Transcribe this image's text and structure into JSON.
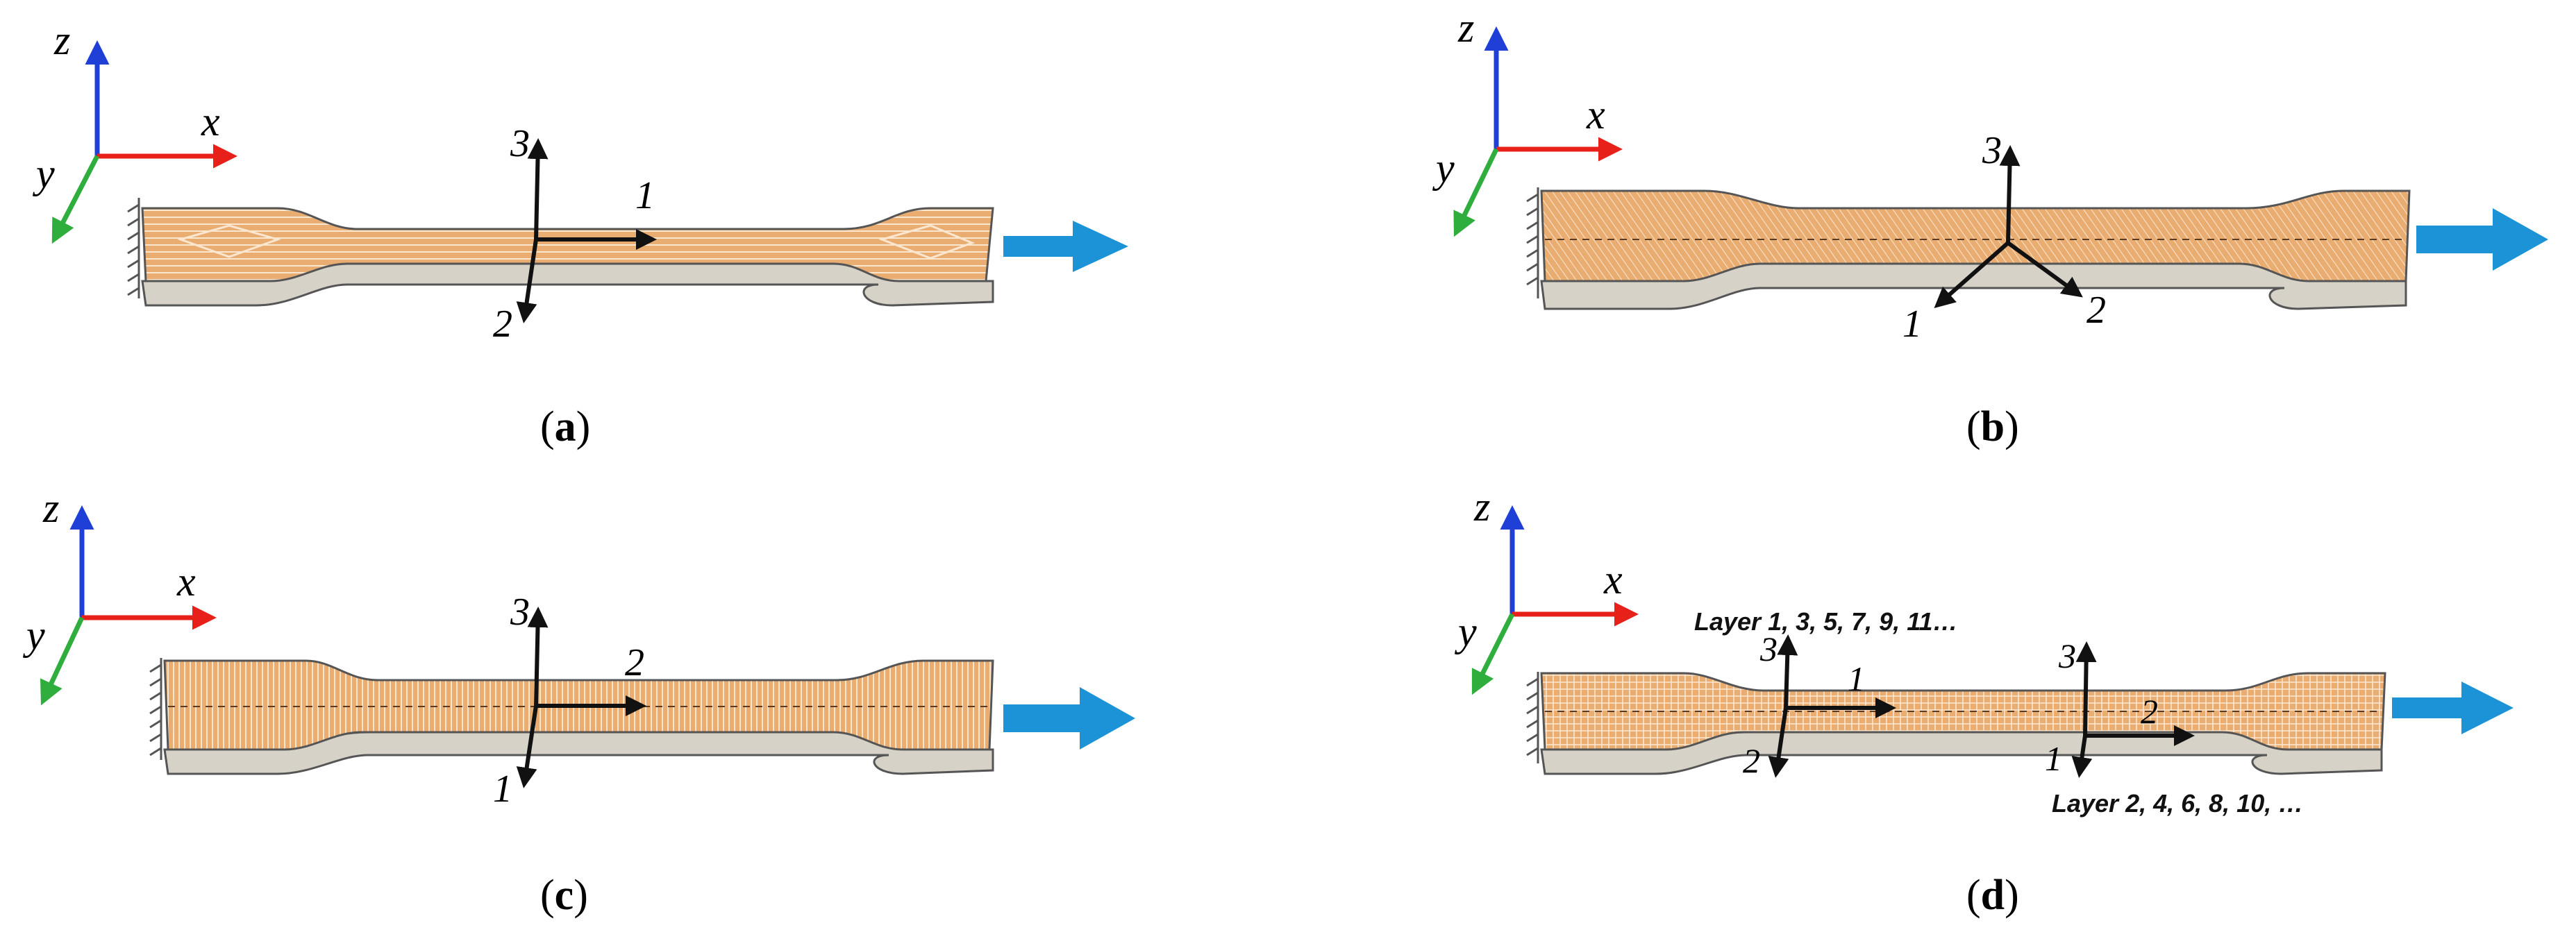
{
  "panels": [
    {
      "id": "a",
      "caption": "a",
      "global_axes": {
        "z": "z",
        "x": "x",
        "y": "y"
      },
      "material_axes": {
        "up": "3",
        "right": "1",
        "down": "2"
      },
      "print_pattern": "contour"
    },
    {
      "id": "b",
      "caption": "b",
      "global_axes": {
        "z": "z",
        "x": "x",
        "y": "y"
      },
      "material_axes": {
        "up": "3",
        "left_down": "1",
        "right_down": "2"
      },
      "print_pattern": "diagonal-45"
    },
    {
      "id": "c",
      "caption": "c",
      "global_axes": {
        "z": "z",
        "x": "x",
        "y": "y"
      },
      "material_axes": {
        "up": "3",
        "right": "2",
        "down": "1"
      },
      "print_pattern": "transverse-90"
    },
    {
      "id": "d",
      "caption": "d",
      "global_axes": {
        "z": "z",
        "x": "x",
        "y": "y"
      },
      "material_axes_left": {
        "up": "3",
        "right": "1",
        "down": "2"
      },
      "material_axes_right": {
        "up": "3",
        "right": "2",
        "down": "1"
      },
      "layer_odd_label": "Layer 1, 3, 5, 7, 9, 11…",
      "layer_even_label": "Layer 2, 4, 6, 8, 10, …",
      "print_pattern": "cross-ply"
    }
  ],
  "colors": {
    "axis_x": "#e8201a",
    "axis_y": "#2fae3e",
    "axis_z": "#1f3fd6",
    "specimen_top": "#e9ad72",
    "specimen_side": "#d6d2c8",
    "raster_line": "#fbe6cf",
    "load_arrow": "#1c93d6",
    "clamp": "#555555"
  },
  "icons": [
    "load-arrow-icon",
    "clamp-hatch-icon"
  ]
}
